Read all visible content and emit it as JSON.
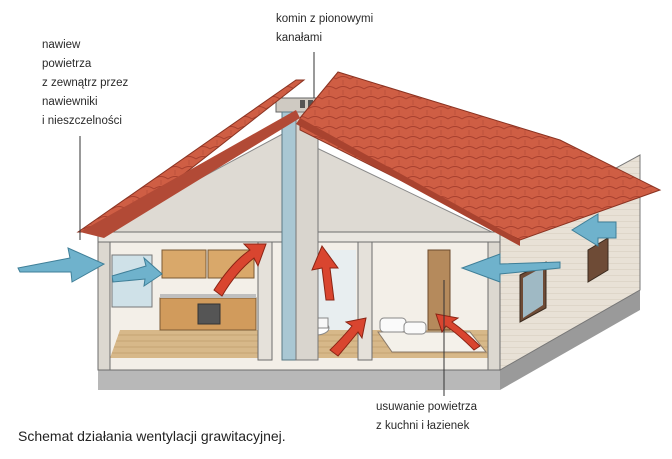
{
  "labels": {
    "inlet": "nawiew\npowietrza\nz zewnątrz przez\nnawiewniki\ni nieszczelności",
    "chimney": "komin z pionowymi\nkanałami",
    "exhaust": "usuwanie powietrza\nz kuchni i łazienek"
  },
  "caption": "Schemat działania wentylacji grawitacyjnej.",
  "colors": {
    "roof": "#c95a3f",
    "wall": "#eeeae3",
    "fresh_air_arrow": "#6fb2cc",
    "exhaust_arrow": "#d9452f",
    "chimney": "#a9c7d3"
  }
}
